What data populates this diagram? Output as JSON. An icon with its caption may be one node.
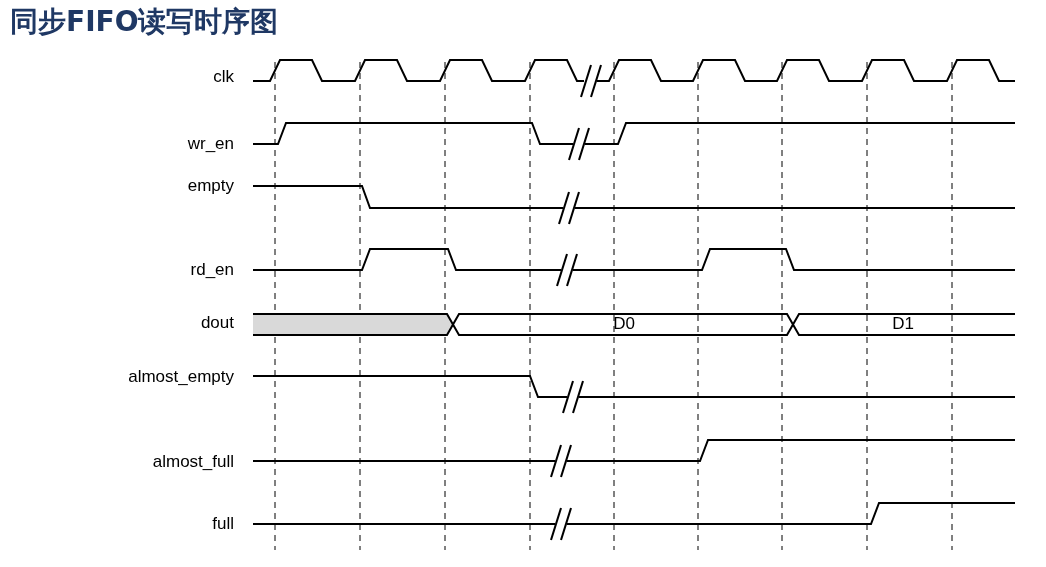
{
  "diagram": {
    "title": "同步FIFO读写时序图",
    "labels": [
      "clk",
      "wr_en",
      "empty",
      "rd_en",
      "dout",
      "almost_empty",
      "almost_full",
      "full",
      "D0",
      "D1"
    ]
  }
}
